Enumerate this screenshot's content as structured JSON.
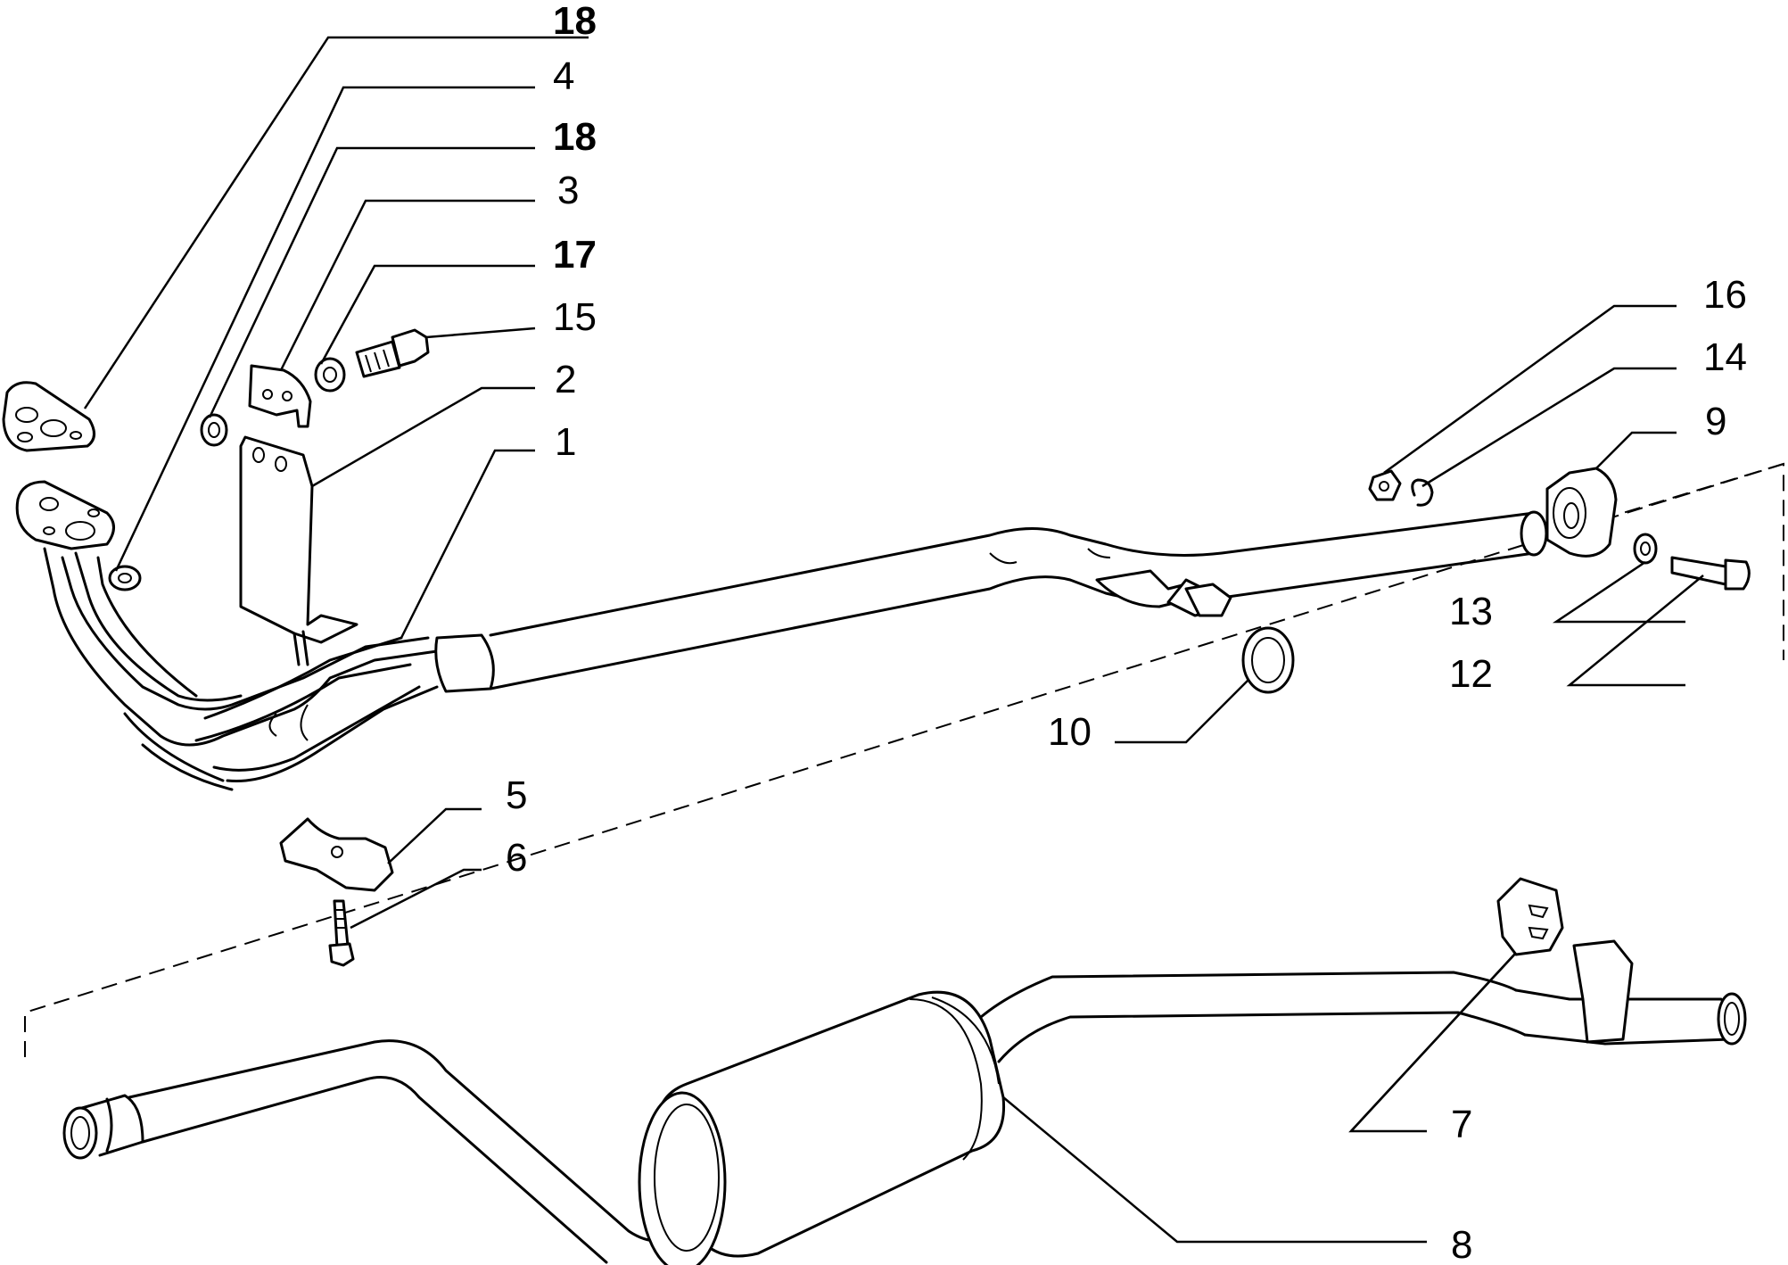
{
  "callouts": [
    {
      "id": "c18a",
      "text": "18",
      "bold": true
    },
    {
      "id": "c4",
      "text": "4",
      "bold": false
    },
    {
      "id": "c18b",
      "text": "18",
      "bold": true
    },
    {
      "id": "c3",
      "text": "3",
      "bold": false
    },
    {
      "id": "c17",
      "text": "17",
      "bold": true
    },
    {
      "id": "c15",
      "text": "15",
      "bold": false
    },
    {
      "id": "c2",
      "text": "2",
      "bold": false
    },
    {
      "id": "c1",
      "text": "1",
      "bold": false
    },
    {
      "id": "c16",
      "text": "16",
      "bold": false
    },
    {
      "id": "c14",
      "text": "14",
      "bold": false
    },
    {
      "id": "c9",
      "text": "9",
      "bold": false
    },
    {
      "id": "c13",
      "text": "13",
      "bold": false
    },
    {
      "id": "c12",
      "text": "12",
      "bold": false
    },
    {
      "id": "c10",
      "text": "10",
      "bold": false
    },
    {
      "id": "c5",
      "text": "5",
      "bold": false
    },
    {
      "id": "c6",
      "text": "6",
      "bold": false
    },
    {
      "id": "c7",
      "text": "7",
      "bold": false
    },
    {
      "id": "c8",
      "text": "8",
      "bold": false
    }
  ],
  "style": {
    "line_color": "#000000",
    "background": "#ffffff"
  }
}
